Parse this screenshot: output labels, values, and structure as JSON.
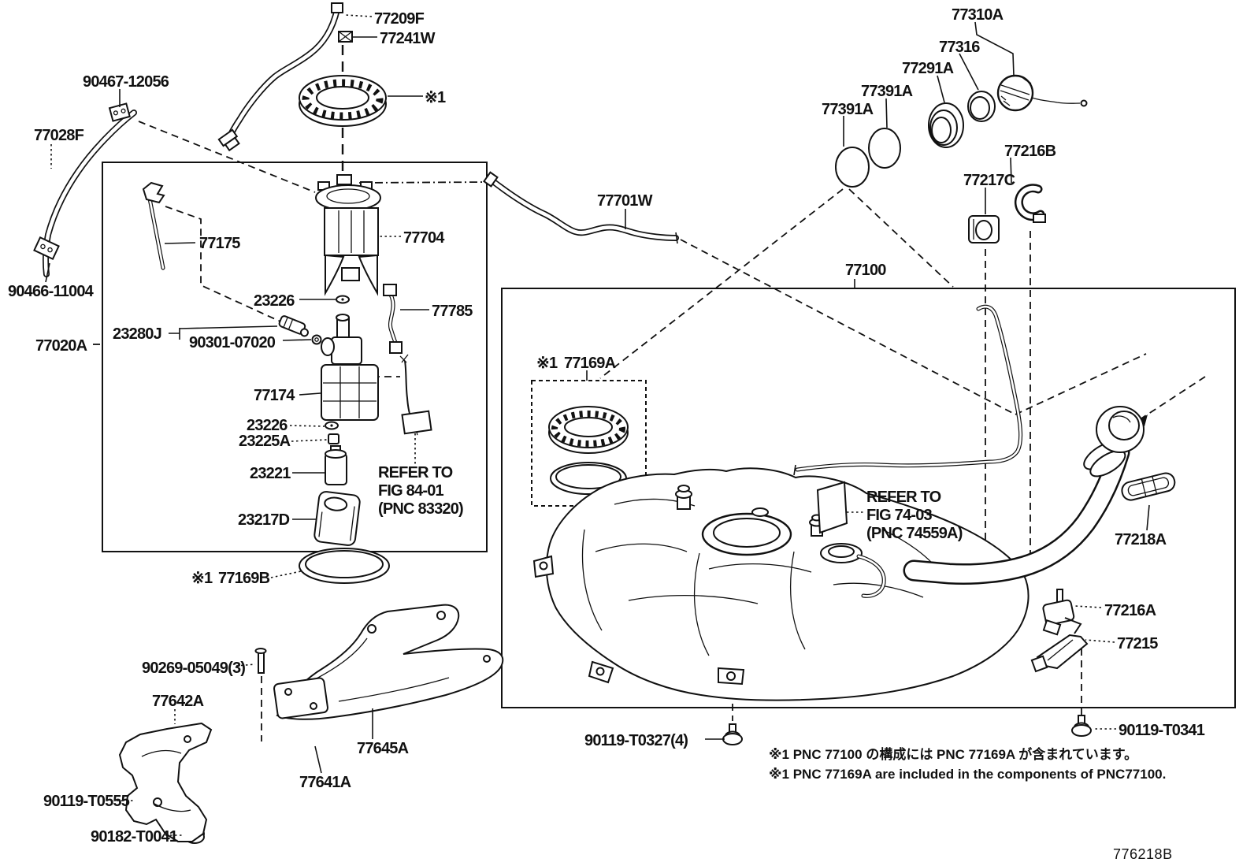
{
  "page": {
    "code": "776218B"
  },
  "colors": {
    "ink": "#111111",
    "bg": "#ffffff"
  },
  "star": "※1",
  "labels": {
    "77209F": "77209F",
    "77241W": "77241W",
    "90467": "90467-12056",
    "77028F": "77028F",
    "90466": "90466-11004",
    "77020A": "77020A",
    "77175": "77175",
    "23226": "23226",
    "23280J": "23280J",
    "90301": "90301-07020",
    "77704": "77704",
    "77785": "77785",
    "77174": "77174",
    "23225A": "23225A",
    "23221": "23221",
    "23217D": "23217D",
    "77169B": "77169B",
    "77701W": "77701W",
    "77100": "77100",
    "77169A": "77169A",
    "77310A": "77310A",
    "77316": "77316",
    "77291A": "77291A",
    "77391A": "77391A",
    "77216B": "77216B",
    "77217C": "77217C",
    "77218A": "77218A",
    "77216A": "77216A",
    "77215": "77215",
    "90119T0341": "90119-T0341",
    "90119T0327": "90119-T0327(4)",
    "90269": "90269-05049(3)",
    "77642A": "77642A",
    "77645A": "77645A",
    "77641A": "77641A",
    "90119T0555": "90119-T0555",
    "90182T0041": "90182-T0041"
  },
  "refs": {
    "fig8401": {
      "l1": "REFER TO",
      "l2": "FIG 84-01",
      "l3": "(PNC 83320)"
    },
    "fig7403": {
      "l1": "REFER TO",
      "l2": "FIG 74-03",
      "l3": "(PNC 74559A)"
    }
  },
  "notes": {
    "jp": "※1 PNC 77100 の構成には PNC 77169A が含まれています。",
    "en": "※1 PNC 77169A are included in the components of PNC77100."
  }
}
